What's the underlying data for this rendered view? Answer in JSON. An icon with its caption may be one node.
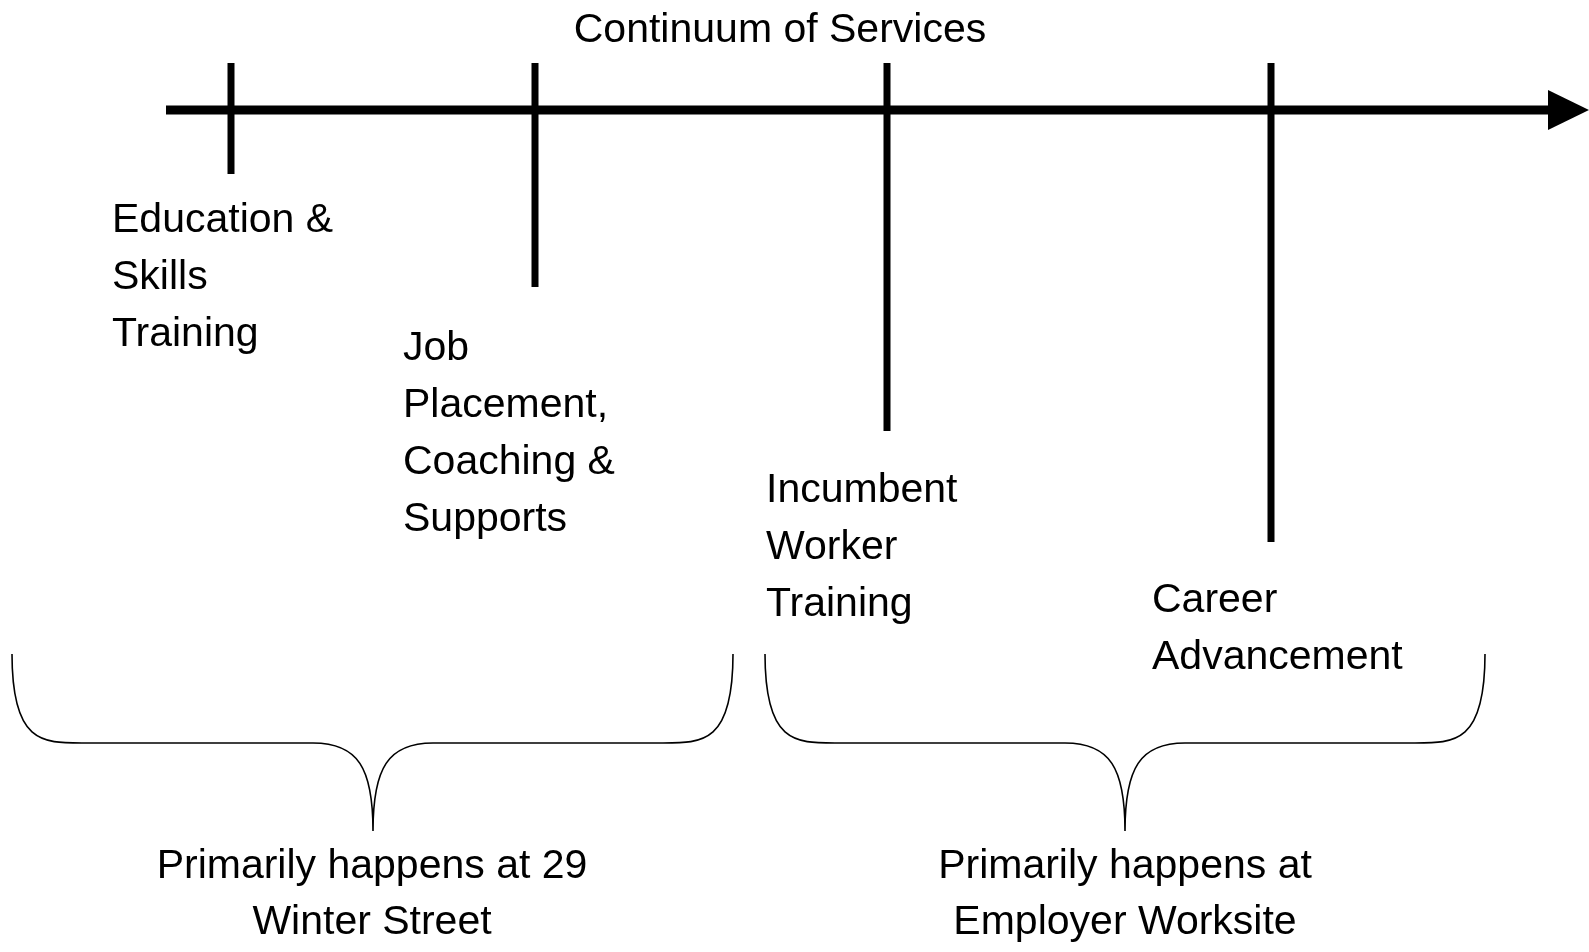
{
  "diagram": {
    "title": "Continuum of Services",
    "labels": [
      "Education & Skills Training",
      "Job Placement, Coaching & Supports",
      "Incumbent Worker Training",
      "Career Advancement",
      "Primarily happens at 29 Winter Street",
      "Primarily happens at Employer Worksite"
    ]
  }
}
